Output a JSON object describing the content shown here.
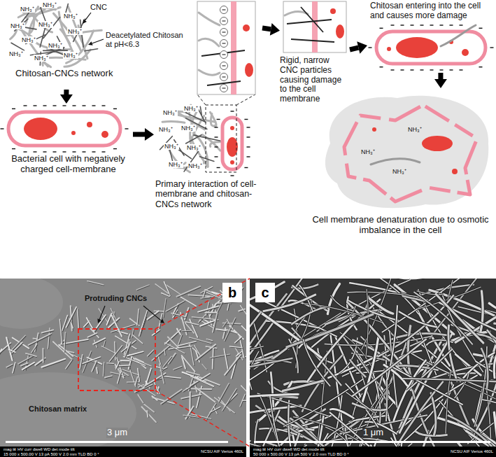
{
  "diagram": {
    "nodes": [
      {
        "text": [
          "Chitosan-CNCs network"
        ]
      },
      {
        "text": [
          "Bacterial cell with negatively charged cell-membrane"
        ]
      },
      {
        "text": [
          "Primary interaction of cell-membrane and chitosan-CNCs network"
        ]
      },
      {
        "text": [
          "Rigid, narrow CNC particles causing damage to the cell membrane"
        ]
      },
      {
        "text": [
          "Chitosan entering into the cell and causes more damage"
        ]
      },
      {
        "text": [
          "Cell membrane denaturation due to osmotic imbalance in the cell"
        ]
      },
      {
        "text": [
          "b"
        ]
      },
      {
        "text": [
          "c"
        ]
      }
    ],
    "edges": [
      {
        "from": 0,
        "to": 1,
        "arrow": "to"
      },
      {
        "from": 1,
        "to": 2,
        "arrow": "to"
      },
      {
        "from": 2,
        "to": 3,
        "arrow": "to"
      },
      {
        "from": 3,
        "to": 4,
        "arrow": "to"
      },
      {
        "from": 4,
        "to": 5,
        "arrow": "to"
      }
    ],
    "labels": [
      "CNC",
      "Deacetylated Chitosan at pH<6.3",
      "NH₃⁺",
      "NH₃⁺",
      "NH₃⁺",
      "NH₃⁺",
      "NH₃⁺",
      "NH₃⁺",
      "NH₃⁺",
      "NH₃⁺",
      "NH₃⁺",
      "NH₃⁺",
      "NH₃⁺",
      "NH₃⁺",
      "NH₃⁺",
      "NH₃⁺",
      "NH₃⁺",
      "NH₃⁺",
      "NH₃⁺",
      "NH₃⁺",
      "NH₃⁺",
      "NH₃⁺",
      "NH₃⁺",
      "NH₃⁺",
      "Protruding CNCs",
      "Chitosan matrix",
      "3 μm",
      "mag ⊞ HV curr dwell WD det mode tilt",
      "15 000 x 500.00 V 13 pA 500 V 2.0 mm TLD BD 0 °",
      "NCSU AIF Verios 460L",
      "1 μm",
      "mag ⊞ HV curr dwell WD det mode tilt",
      "50 000 x 500.00 V 13 pA 500 V 2.0 mm TLD BD 0 °",
      "NCSU AIF Verios 460L"
    ]
  }
}
